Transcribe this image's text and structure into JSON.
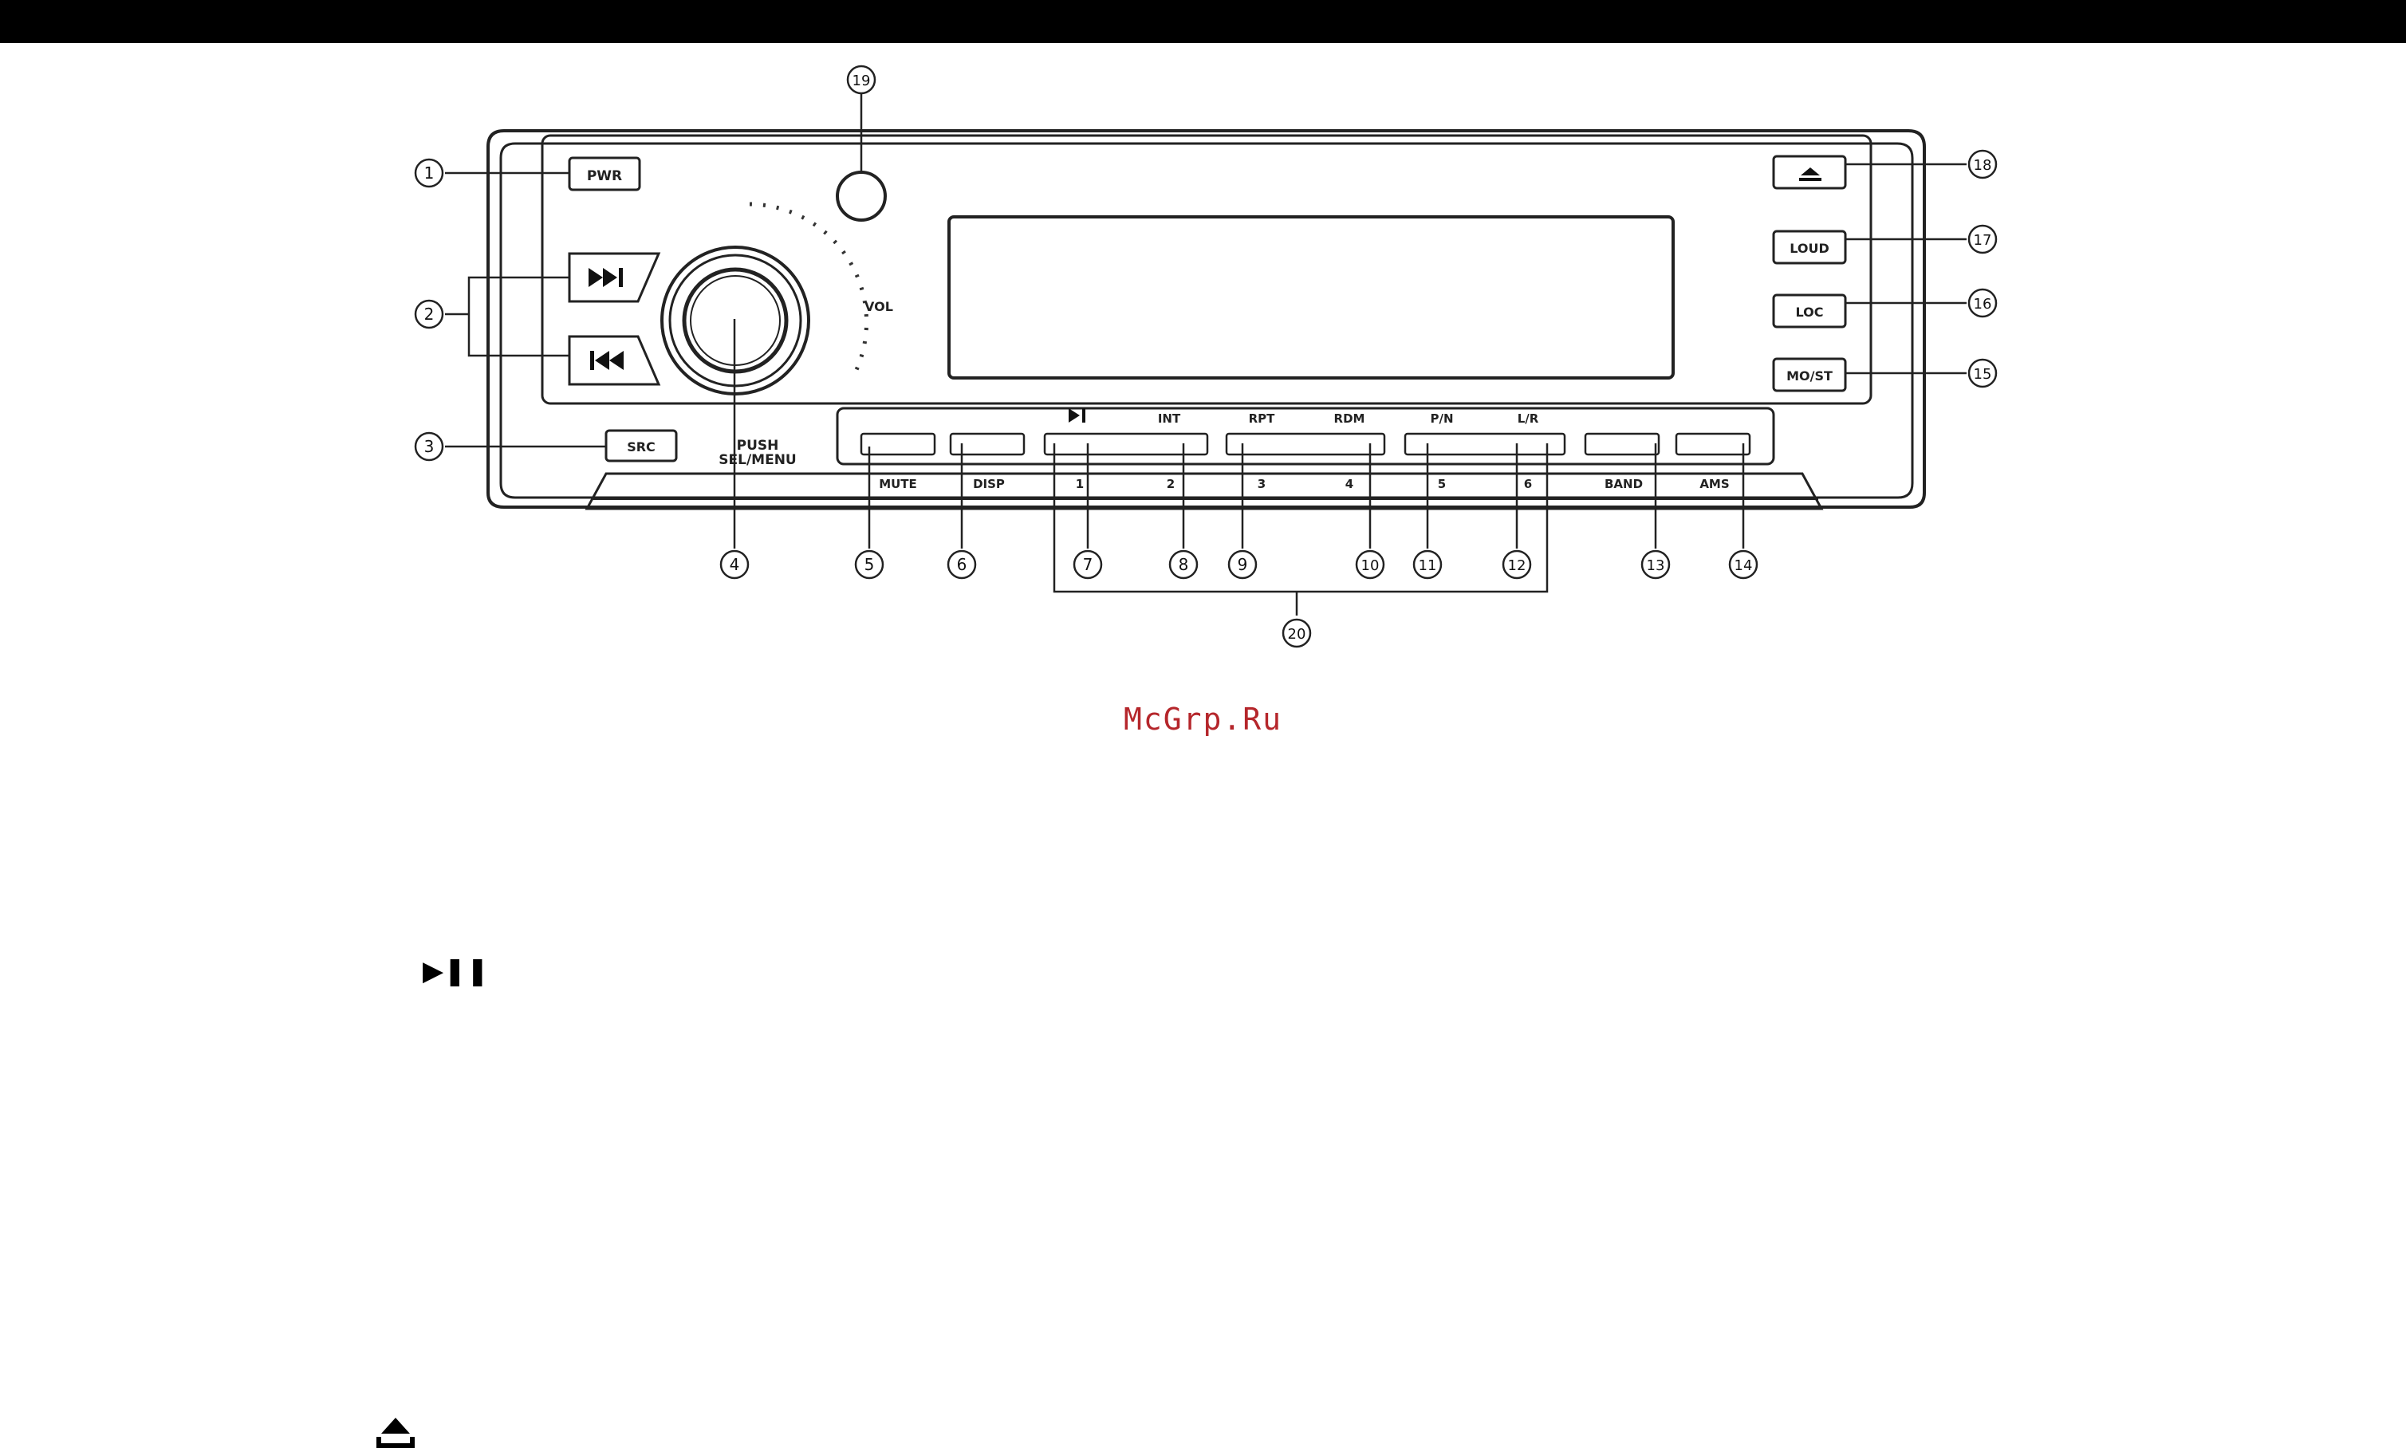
{
  "watermark": "McGrp.Ru",
  "buttons": {
    "pwr": "PWR",
    "src": "SRC",
    "loud": "LOUD",
    "loc": "LOC",
    "mo_st": "MO/ST",
    "vol": "VOL",
    "push": "PUSH",
    "sel_menu": "SEL/MENU",
    "top_labels": [
      "INT",
      "RPT",
      "RDM",
      "P/N",
      "L/R"
    ],
    "bottom_labels": [
      "MUTE",
      "DISP",
      "1",
      "2",
      "3",
      "4",
      "5",
      "6",
      "BAND",
      "AMS"
    ]
  },
  "callouts": [
    "1",
    "2",
    "3",
    "4",
    "5",
    "6",
    "7",
    "8",
    "9",
    "10",
    "11",
    "12",
    "13",
    "14",
    "15",
    "16",
    "17",
    "18",
    "19",
    "20"
  ],
  "icons": {
    "next": "next-track-icon",
    "prev": "prev-track-icon",
    "eject": "eject-icon",
    "play_pause": "play-pause-icon"
  },
  "colors": {
    "watermark": "#b5262b",
    "line": "#222222"
  }
}
